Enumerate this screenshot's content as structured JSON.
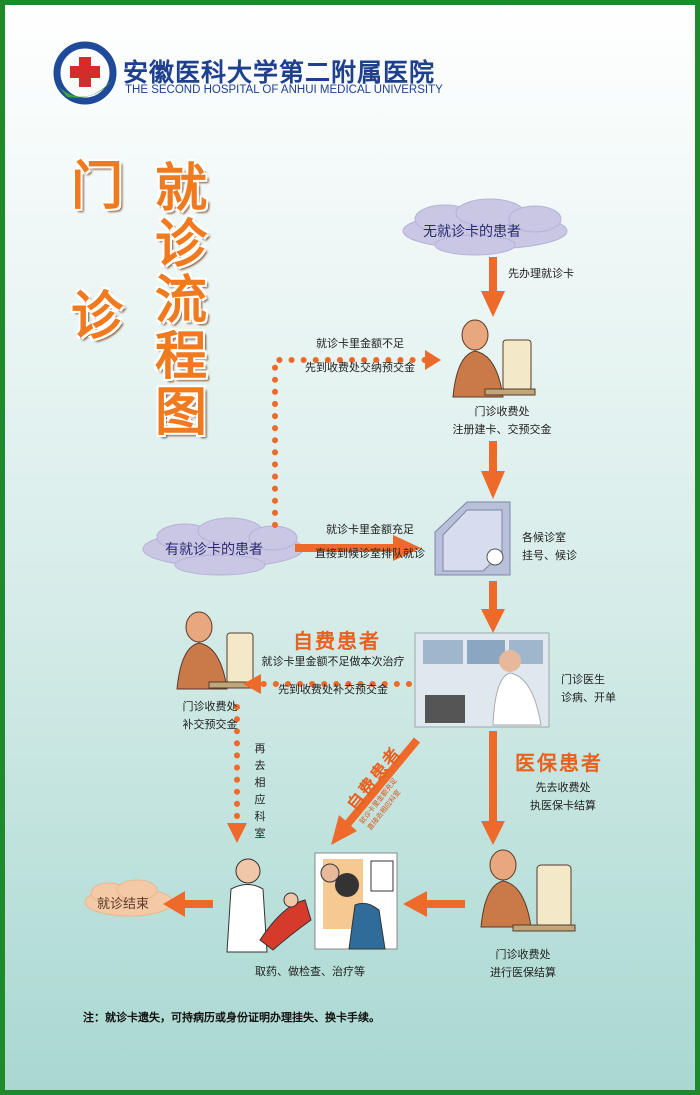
{
  "header": {
    "hospital_cn": "安徽医科大学第二附属医院",
    "hospital_en": "THE SECOND HOSPITAL OF ANHUI MEDICAL UNIVERSITY"
  },
  "title": {
    "left": [
      "门",
      "诊"
    ],
    "right": [
      "就",
      "诊",
      "流",
      "程",
      "图"
    ]
  },
  "nodes": {
    "no_card_patient": "无就诊卡的患者",
    "get_card": "先办理就诊卡",
    "cashier1": [
      "门诊收费处",
      "注册建卡、交预交金"
    ],
    "insufficient_top": [
      "就诊卡里金额不足",
      "先到收费处交纳预交金"
    ],
    "has_card_patient": "有就诊卡的患者",
    "sufficient": [
      "就诊卡里金额充足",
      "直接到候诊室排队就诊"
    ],
    "waiting_room": [
      "各候诊室",
      "挂号、候诊"
    ],
    "doctor": [
      "门诊医生",
      "诊病、开单"
    ],
    "self_pay_title": "自费患者",
    "self_pay_insufficient": [
      "就诊卡里金额不足做本次治疗",
      "先到收费处补交预交金"
    ],
    "cashier2": [
      "门诊收费处",
      "补交预交金"
    ],
    "go_again": "再去相应科室",
    "self_pay_diag": "自费患者",
    "self_pay_diag_sub": [
      "就诊卡里金额充足",
      "直接去相应科室"
    ],
    "insurance_title": "医保患者",
    "insurance_cashier": [
      "先去收费处",
      "执医保卡结算"
    ],
    "cashier3": [
      "门诊收费处",
      "进行医保结算"
    ],
    "treatment": "取药、做检查、治疗等",
    "end": "就诊结束"
  },
  "footer": {
    "note": "注：就诊卡遗失，可持病历或身份证明办理挂失、换卡手续。"
  },
  "colors": {
    "orange": "#f07a1f",
    "arrow": "#ee6a2a",
    "frame": "#1f8a2c",
    "navy": "#1f3f8f",
    "cloud": "#c9c7e3"
  }
}
